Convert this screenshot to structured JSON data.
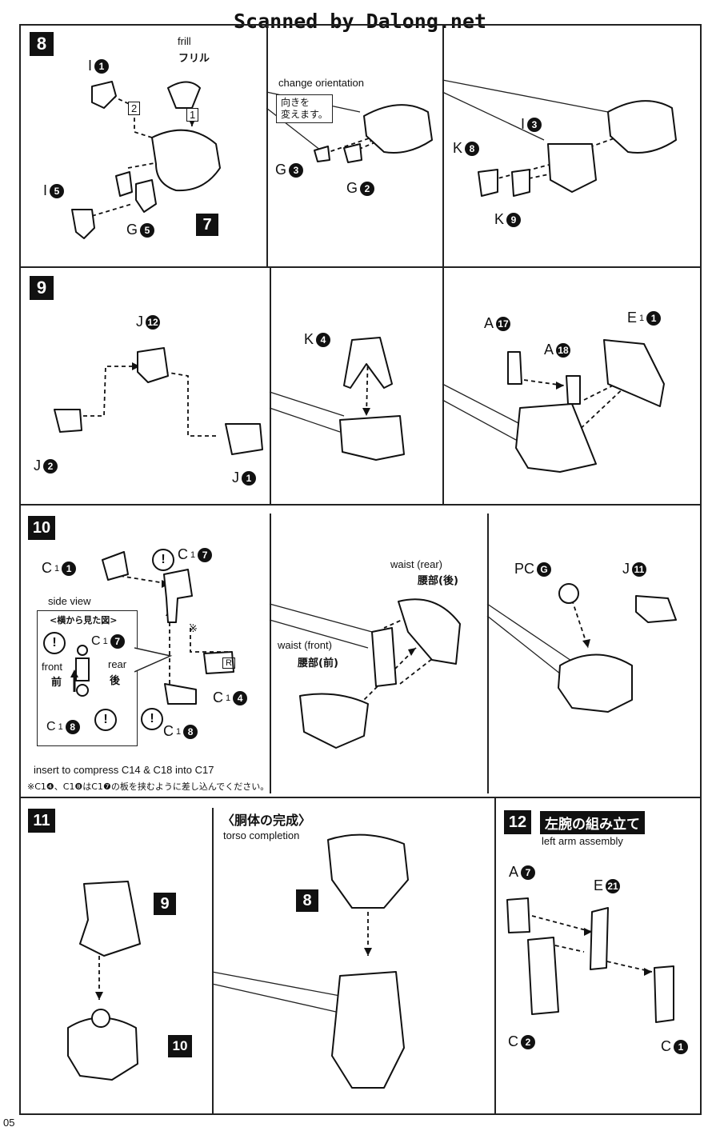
{
  "watermark": "Scanned by Dalong.net",
  "page_number": "05",
  "step8": {
    "number": "8",
    "frill_en": "frill",
    "frill_jp": "フリル",
    "change_orientation": "change orientation",
    "callout_jp_1": "向きを",
    "callout_jp_2": "変えます。",
    "parts": {
      "i1": {
        "letter": "I",
        "num": "1"
      },
      "i5": {
        "letter": "I",
        "num": "5"
      },
      "g5": {
        "letter": "G",
        "num": "5"
      },
      "g3": {
        "letter": "G",
        "num": "3"
      },
      "g2": {
        "letter": "G",
        "num": "2"
      },
      "i3": {
        "letter": "I",
        "num": "3"
      },
      "k8": {
        "letter": "K",
        "num": "8"
      },
      "k9": {
        "letter": "K",
        "num": "9"
      }
    },
    "order1": "1",
    "order2": "2",
    "ref7": "7"
  },
  "step9": {
    "number": "9",
    "parts": {
      "j12": {
        "letter": "J",
        "num": "12"
      },
      "j2": {
        "letter": "J",
        "num": "2"
      },
      "j1": {
        "letter": "J",
        "num": "1"
      },
      "k4": {
        "letter": "K",
        "num": "4"
      },
      "a17": {
        "letter": "A",
        "num": "17"
      },
      "a18": {
        "letter": "A",
        "num": "18"
      },
      "e1": {
        "letter": "E",
        "sub": "1",
        "num": "1"
      }
    }
  },
  "step10": {
    "number": "10",
    "side_view_en": "side view",
    "side_view_jp": "<横から見た図>",
    "front_en": "front",
    "front_jp": "前",
    "rear_en": "rear",
    "rear_jp": "後",
    "waist_rear_en": "waist (rear)",
    "waist_rear_jp": "腰部(後)",
    "waist_front_en": "waist (front)",
    "waist_front_jp": "腰部(前)",
    "note_en": "insert to compress C14 & C18 into C17",
    "note_jp": "※C1❹、C1❽はC1❼の板を挟むように差し込んでください。",
    "asterisk": "※",
    "r_mark": "R",
    "warn": "!",
    "parts": {
      "c1_1": {
        "letter": "C",
        "sub": "1",
        "num": "1"
      },
      "c1_7": {
        "letter": "C",
        "sub": "1",
        "num": "7"
      },
      "c1_4": {
        "letter": "C",
        "sub": "1",
        "num": "4"
      },
      "c1_8": {
        "letter": "C",
        "sub": "1",
        "num": "8"
      },
      "pcg": {
        "letter": "PC",
        "num": "G"
      },
      "j11": {
        "letter": "J",
        "num": "11"
      }
    }
  },
  "step11": {
    "number": "11",
    "torso_jp": "〈胴体の完成〉",
    "torso_en": "torso completion",
    "ref9": "9",
    "ref10": "10",
    "ref8": "8"
  },
  "step12": {
    "number": "12",
    "title_jp": "左腕の組み立て",
    "title_en": "left arm assembly",
    "parts": {
      "a7": {
        "letter": "A",
        "num": "7"
      },
      "e21": {
        "letter": "E",
        "num": "21"
      },
      "c2": {
        "letter": "C",
        "num": "2"
      },
      "c1": {
        "letter": "C",
        "num": "1"
      }
    }
  }
}
